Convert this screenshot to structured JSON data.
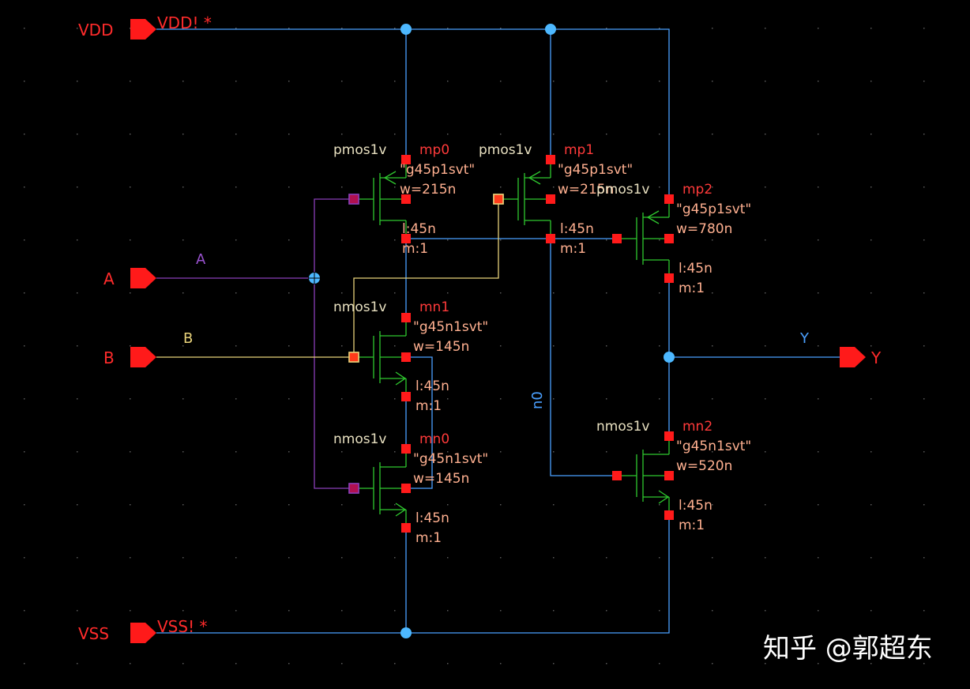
{
  "colors": {
    "background": "#000000",
    "wire": "#4aa0ff",
    "wire_a": "#8a3fb8",
    "wire_b": "#e8d27a",
    "pin": "#ff1a1a",
    "device": "#2fc82f",
    "device_name": "#e8e0c0",
    "instance_name": "#ff3a3a",
    "param": "#ffb090",
    "dot": "#4db8ff",
    "grid": "#5a5a5a"
  },
  "pins": {
    "vdd": {
      "label": "VDD",
      "net": "VDD! *"
    },
    "vss": {
      "label": "VSS",
      "net": "VSS! *"
    },
    "a": {
      "label": "A",
      "net": "A"
    },
    "b": {
      "label": "B",
      "net": "B"
    },
    "y": {
      "label": "Y",
      "net": "Y"
    }
  },
  "internal_net": "n0",
  "devices": {
    "mp0": {
      "cell": "pmos1v",
      "name": "mp0",
      "model": "\"g45p1svt\"",
      "w": "w=215n",
      "l": "l:45n",
      "m": "m:1"
    },
    "mp1": {
      "cell": "pmos1v",
      "name": "mp1",
      "model": "\"g45p1svt\"",
      "w": "w=215n",
      "l": "l:45n",
      "m": "m:1"
    },
    "mp2": {
      "cell": "pmos1v",
      "name": "mp2",
      "model": "\"g45p1svt\"",
      "w": "w=780n",
      "l": "l:45n",
      "m": "m:1"
    },
    "mn1": {
      "cell": "nmos1v",
      "name": "mn1",
      "model": "\"g45n1svt\"",
      "w": "w=145n",
      "l": "l:45n",
      "m": "m:1"
    },
    "mn0": {
      "cell": "nmos1v",
      "name": "mn0",
      "model": "\"g45n1svt\"",
      "w": "w=145n",
      "l": "l:45n",
      "m": "m:1"
    },
    "mn2": {
      "cell": "nmos1v",
      "name": "mn2",
      "model": "\"g45n1svt\"",
      "w": "w=520n",
      "l": "l:45n",
      "m": "m:1"
    }
  },
  "watermark": "知乎 @郭超东"
}
